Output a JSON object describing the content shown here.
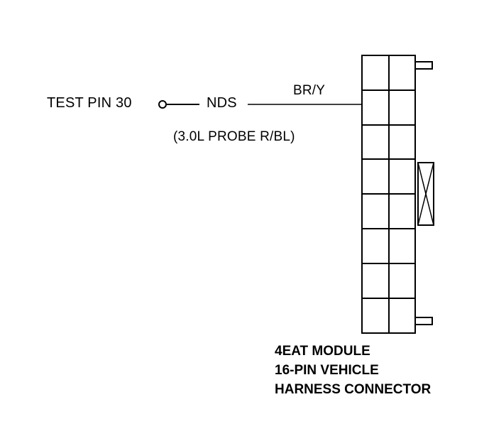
{
  "diagram": {
    "test_pin_label": "TEST PIN 30",
    "signal_label": "NDS",
    "wire_color": "BR/Y",
    "probe_note": "(3.0L PROBE R/BL)",
    "connector_caption": [
      "4EAT MODULE",
      "16-PIN VEHICLE",
      "HARNESS CONNECTOR"
    ],
    "connector_pin_count": 16,
    "line_color": "#000000",
    "background_color": "#ffffff"
  }
}
